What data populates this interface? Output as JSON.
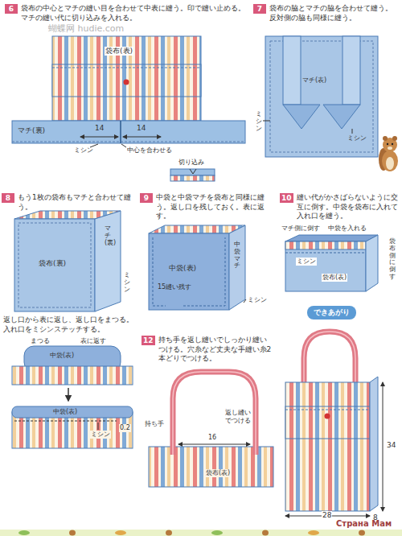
{
  "diagram": {
    "nodes": [
      {
        "text": [
          "6",
          "袋布の中心とマチの縫い目を合わせて中表に縫う。印で縫い止める。マチの縫い代に切り込みを入れる。"
        ]
      },
      {
        "text": [
          "7",
          "袋布の脇とマチの脇を合わせて縫う。反対側の脇も同様に縫う。"
        ]
      },
      {
        "text": [
          "8",
          "もう1枚の袋布もマチと合わせて縫う。"
        ]
      },
      {
        "text": [
          "9",
          "中袋と中袋マチを袋布と同様に縫う。返し口を残しておく。表に返す。"
        ]
      },
      {
        "text": [
          "10",
          "縫い代がかさばらないように交互に倒す。中袋を袋布に入れて入れ口を縫う。"
        ]
      },
      {
        "text": [
          "12",
          "持ち手を返し縫いでしっかり縫いつける。穴糸など丈夫な手縫い糸2本どりでつける。"
        ]
      },
      {
        "text": [
          "できあがり"
        ]
      }
    ],
    "labels": [
      "蝴蝶网 hudie.com",
      "袋布(表)",
      "マチ(裏)",
      "14",
      "14",
      "ミシン",
      "中心を合わせる",
      "切り込み",
      "マチ(表)",
      "ミシン",
      "ミシン",
      "袋布(裏)",
      "マチ(裏)",
      "ミシン",
      "中袋(表)",
      "中袋マチ",
      "15縫い残す",
      "ミシン",
      "マチ側に倒す",
      "中袋を入れる",
      "袋布側に倒す",
      "ミシン",
      "袋布(表)",
      "返し口から表に返し、返し口をまつる。入れ口をミシンステッチする。",
      "まつる",
      "表に返す",
      "中袋(表)",
      "中袋(表)",
      "ミシン",
      "0.2",
      "持ち手",
      "16",
      "返し縫いでつける",
      "袋布(表)",
      "34",
      "28",
      "8",
      "Страна Мам"
    ]
  }
}
